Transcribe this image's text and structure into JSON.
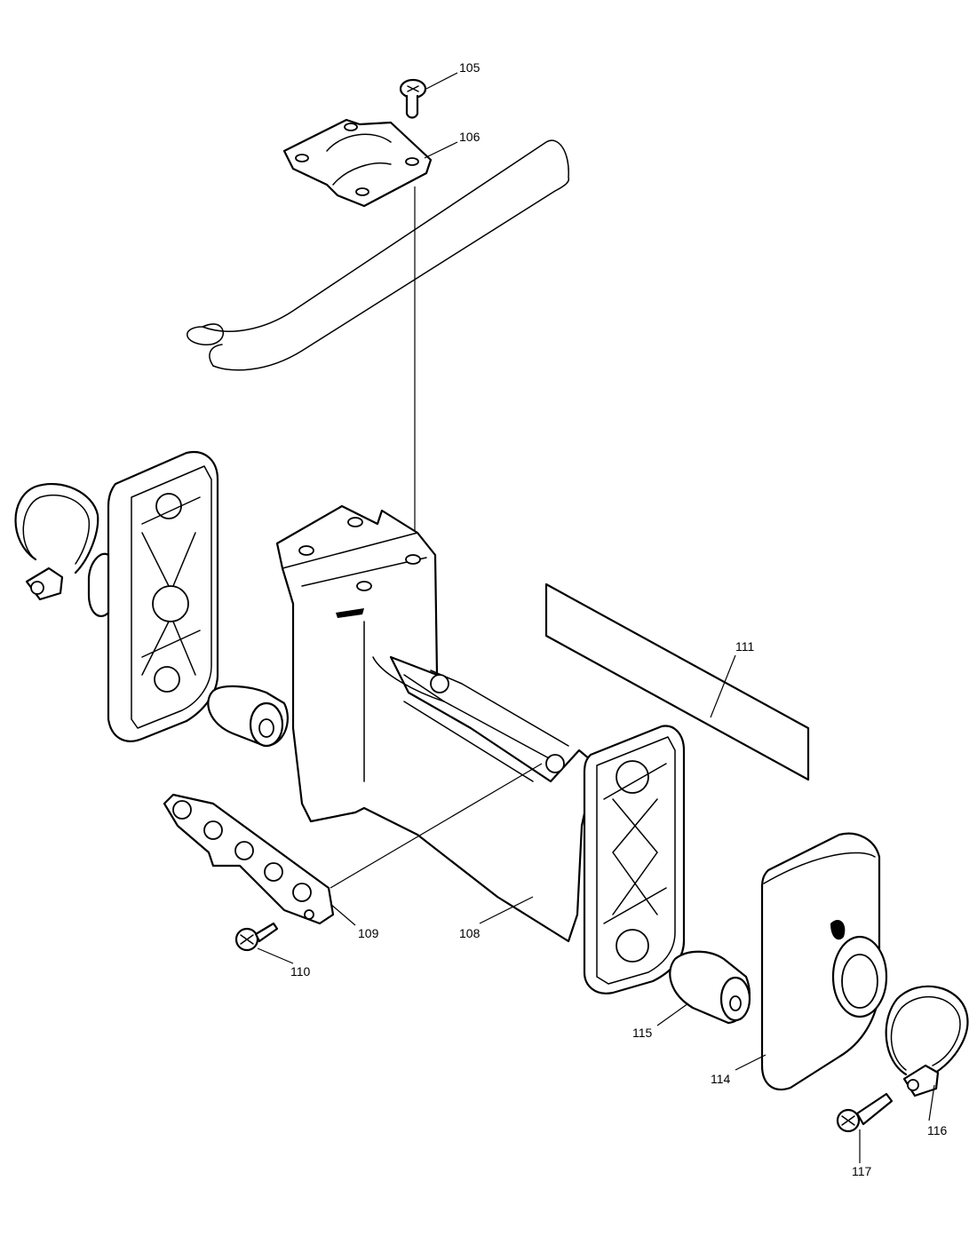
{
  "callouts": {
    "c105": "105",
    "c106": "106",
    "c108": "108",
    "c109": "109",
    "c110": "110",
    "c111": "111",
    "c114": "114",
    "c115": "115",
    "c116": "116",
    "c117": "117"
  },
  "colors": {
    "line": "#000000",
    "background": "#ffffff"
  }
}
